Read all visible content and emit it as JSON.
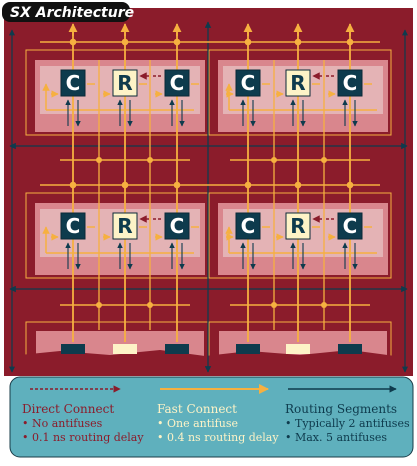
{
  "title": "SX Architecture",
  "cells": {
    "c": "C",
    "r": "R"
  },
  "legend": [
    {
      "key": "direct",
      "title": "Direct Connect",
      "items": [
        "• No antifuses",
        "• 0.1 ns routing delay"
      ]
    },
    {
      "key": "fast",
      "title": "Fast Connect",
      "items": [
        "• One antifuse",
        "• 0.4 ns routing delay"
      ]
    },
    {
      "key": "routing",
      "title": "Routing Segments",
      "items": [
        "• Typically 2 antifuses",
        "• Max. 5 antifuses"
      ]
    }
  ],
  "colors": {
    "background": "#8b1c2b",
    "module_panel": "#d9868d",
    "cell_bg": "#e4b3b5",
    "c_cell": "#0e3b4d",
    "r_cell": "#fdf3c7",
    "fast_connect": "#f6b040",
    "direct_connect": "#8b1c2b",
    "routing": "#0e3b4d",
    "legend_bg": "#5fb0bd",
    "legend_direct_text": "#8b1c2b",
    "legend_fast_text": "#fdf3c7",
    "legend_routing_text": "#0e3b4d"
  }
}
